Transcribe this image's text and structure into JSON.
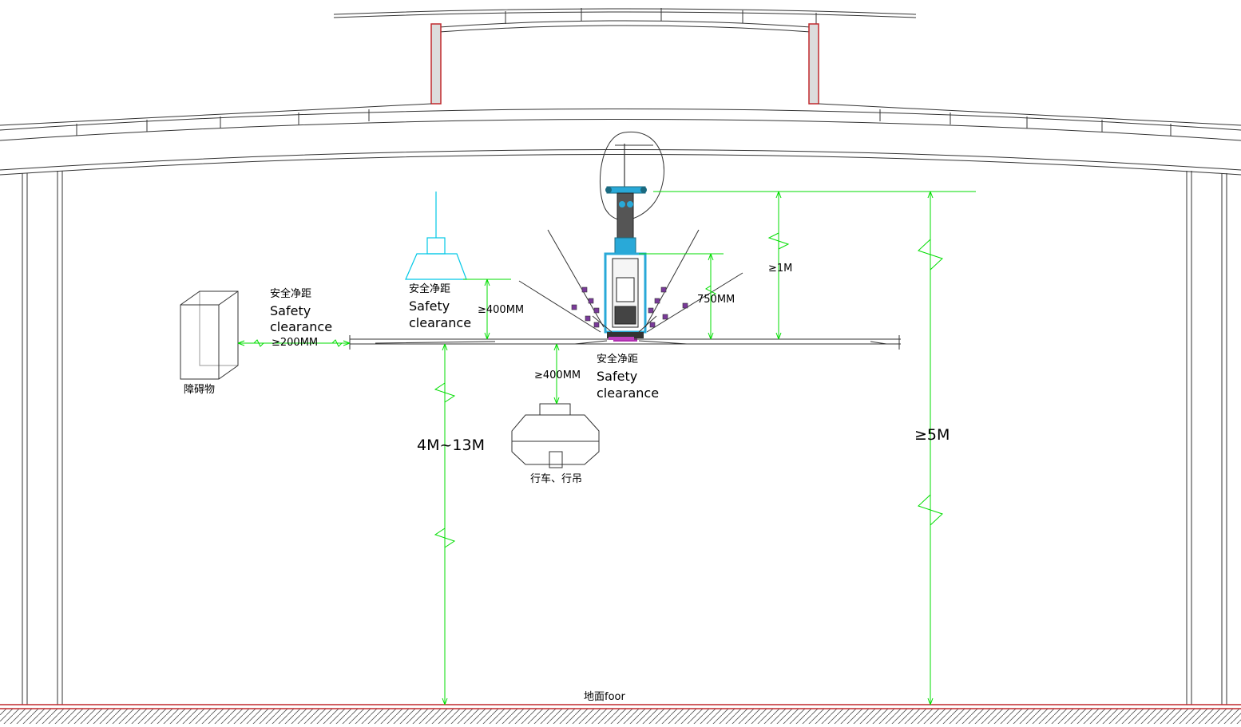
{
  "labels": {
    "left_clearance_cn": "安全净距",
    "left_clearance_en_1": "Safety",
    "left_clearance_en_2": "clearance",
    "left_clearance_value": "≥200MM",
    "obstacle": "障碍物",
    "lamp_clearance_cn": "安全净距",
    "lamp_clearance_en_1": "Safety",
    "lamp_clearance_en_2": "clearance",
    "lamp_clearance_value": "≥400MM",
    "crane_clearance_value": "≥400MM",
    "bottom_clearance_cn": "安全净距",
    "bottom_clearance_en_1": "Safety",
    "bottom_clearance_en_2": "clearance",
    "crane": "行车、行吊",
    "motor_height": "750MM",
    "mount_height": "≥1M",
    "install_height": "4M~13M",
    "ceiling_height": "≥5M",
    "floor": "地面foor"
  },
  "colors": {
    "dimension": "#00dd00",
    "structure": "#333333",
    "column_red": "#c0282d",
    "lamp": "#00c8e6",
    "fan_body": "#29a9d8"
  }
}
